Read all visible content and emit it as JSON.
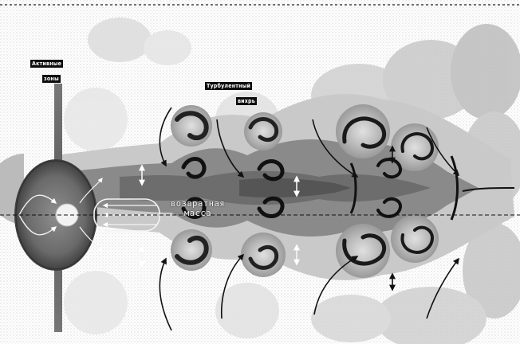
{
  "labels": {
    "left_top": "Активные",
    "left_bottom": "зоны",
    "center_top": "Турбулентный",
    "center_bottom": "вихрь",
    "mass_line1": "возвратная",
    "mass_line2": "масса"
  },
  "colors": {
    "background": "#ffffff",
    "light_gray": "#d8d8d8",
    "mid_gray": "#9a9a9a",
    "dark_gray": "#4a4a4a",
    "near_black": "#151515"
  },
  "icons": [
    "arrow-icon",
    "double-arrow-icon",
    "dashed-axis"
  ]
}
